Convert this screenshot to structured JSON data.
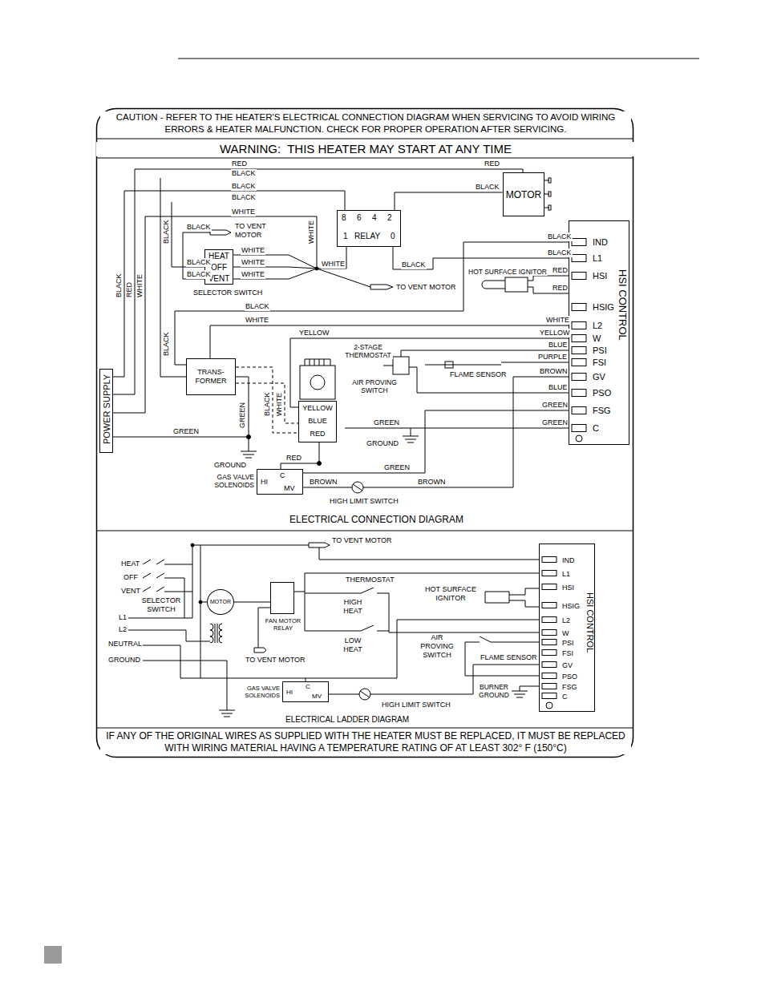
{
  "diagram": {
    "nodes": [
      {
        "text": [
          "MOTOR"
        ]
      },
      {
        "text": [
          "8",
          "6",
          "4",
          "2",
          "1",
          "RELAY",
          "0"
        ]
      },
      {
        "text": [
          "HEAT",
          "OFF",
          "VENT",
          "SELECTOR SWITCH"
        ]
      },
      {
        "text": [
          "IND",
          "L1",
          "HSI",
          "HSIG",
          "L2",
          "W",
          "PSI",
          "FSI",
          "GV",
          "PSO",
          "FSG",
          "C",
          "HSI CONTROL"
        ]
      },
      {
        "text": [
          "TRANS- FORMER"
        ]
      },
      {
        "text": [
          "YELLOW",
          "BLUE",
          "RED"
        ]
      },
      {
        "text": [
          "POWER SUPPLY"
        ]
      },
      {
        "text": [
          "GAS VALVE SOLENOIDS",
          "HI",
          "C",
          "MV"
        ]
      },
      {
        "text": [
          "MOTOR"
        ]
      },
      {
        "text": [
          "FAN MOTOR RELAY"
        ]
      },
      {
        "text": [
          "IND",
          "L1",
          "HSI",
          "HSIG",
          "L2",
          "W",
          "PSI",
          "FSI",
          "GV",
          "PSO",
          "FSG",
          "C",
          "HSI CONTROL"
        ]
      },
      {
        "text": [
          "GAS VALVE SOLENOIDS",
          "HI",
          "C",
          "MV"
        ]
      }
    ],
    "edges": [
      {
        "from": 1,
        "to": 0,
        "arrow": "none",
        "label": "BLACK"
      },
      {
        "from": 4,
        "to": 3,
        "arrow": "none",
        "label": "WHITE"
      },
      {
        "from": 5,
        "to": 3,
        "arrow": "none",
        "label": "YELLOW"
      },
      {
        "from": 7,
        "to": 5,
        "arrow": "none",
        "label": "RED"
      },
      {
        "from": 8,
        "to": 9,
        "arrow": "none"
      }
    ],
    "labels": [
      "CAUTION - REFER TO THE HEATER'S ELECTRICAL CONNECTION DIAGRAM WHEN SERVICING TO AVOID WIRING ERRORS & HEATER MALFUNCTION. CHECK FOR PROPER OPERATION AFTER SERVICING.",
      "WARNING:  THIS HEATER MAY START AT ANY TIME",
      "RED",
      "RED",
      "BLACK",
      "BLACK",
      "BLACK",
      "WHITE",
      "BLACK",
      "TO VENT MOTOR",
      "BLACK",
      "WHITE",
      "WHITE",
      "BLACK",
      "WHITE",
      "BLACK",
      "WHITE",
      "WHITE",
      "BLACK",
      "TO VENT MOTOR",
      "BLACK",
      "BLACK",
      "HOT SURFACE IGNITOR",
      "RED",
      "RED",
      "BLACK",
      "RED",
      "WHITE",
      "BLACK",
      "WHITE",
      "BLACK",
      "YELLOW",
      "BLUE",
      "2-STAGE THERMOSTAT",
      "PURPLE",
      "BLACK",
      "WHITE",
      "AIR PROVING SWITCH",
      "FLAME SENSOR",
      "BROWN",
      "BLUE",
      "GREEN",
      "GREEN",
      "GREEN",
      "GREEN",
      "GROUND",
      "GREEN",
      "GROUND",
      "GREEN",
      "BROWN",
      "BROWN",
      "HIGH LIMIT SWITCH",
      "ELECTRICAL CONNECTION DIAGRAM",
      "TO VENT MOTOR",
      "HEAT",
      "OFF",
      "VENT",
      "SELECTOR SWITCH",
      "L1",
      "L2",
      "NEUTRAL",
      "GROUND",
      "THERMOSTAT",
      "HIGH HEAT",
      "HOT SURFACE IGNITOR",
      "LOW HEAT",
      "AIR PROVING SWITCH",
      "FLAME SENSOR",
      "TO VENT MOTOR",
      "BURNER GROUND",
      "HIGH LIMIT SWITCH",
      "ELECTRICAL LADDER DIAGRAM",
      "IF ANY OF THE ORIGINAL WIRES AS SUPPLIED WITH THE HEATER MUST BE REPLACED, IT MUST BE REPLACED WITH WIRING MATERIAL HAVING A TEMPERATURE RATING OF AT LEAST 302° F (150°C)"
    ]
  }
}
